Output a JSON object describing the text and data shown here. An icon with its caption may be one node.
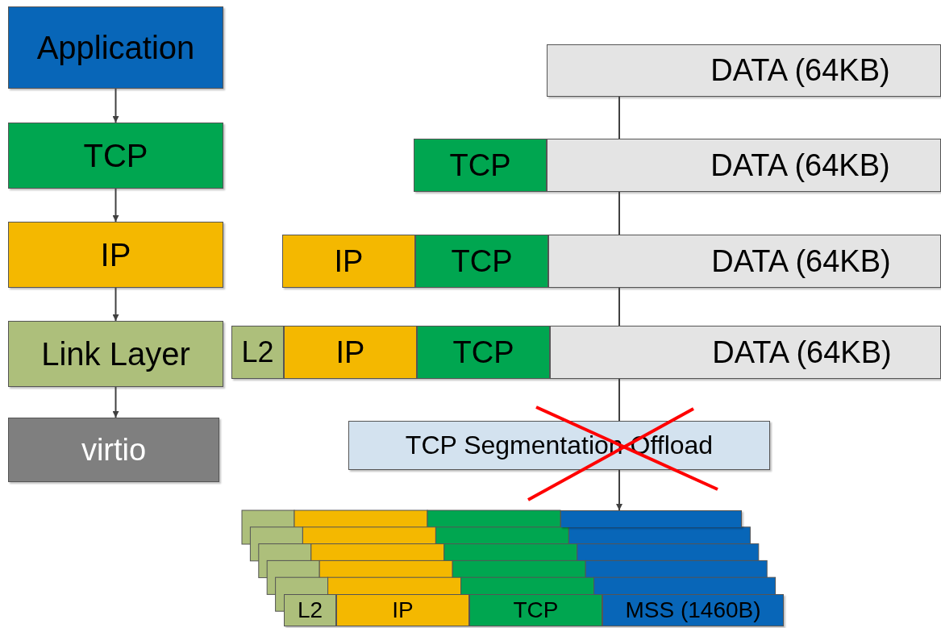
{
  "diagram": {
    "nodes": [
      {
        "text": [
          "Application"
        ]
      },
      {
        "text": [
          "TCP"
        ]
      },
      {
        "text": [
          "IP"
        ]
      },
      {
        "text": [
          "Link Layer"
        ]
      },
      {
        "text": [
          "virtio"
        ]
      },
      {
        "text": [
          "DATA (64KB)"
        ]
      },
      {
        "text": [
          "TCP"
        ]
      },
      {
        "text": [
          "DATA (64KB)"
        ]
      },
      {
        "text": [
          "IP"
        ]
      },
      {
        "text": [
          "TCP"
        ]
      },
      {
        "text": [
          "DATA (64KB)"
        ]
      },
      {
        "text": [
          "L2"
        ]
      },
      {
        "text": [
          "IP"
        ]
      },
      {
        "text": [
          "TCP"
        ]
      },
      {
        "text": [
          "DATA (64KB)"
        ]
      },
      {
        "text": [
          "TCP Segmentation Offload"
        ]
      },
      {
        "text": [],
        "shape": "box"
      },
      {
        "text": [
          "L2"
        ]
      },
      {
        "text": [
          "IP"
        ]
      },
      {
        "text": [
          "TCP"
        ]
      },
      {
        "text": [
          "MSS (1460B)"
        ]
      }
    ],
    "edges": [
      {
        "from": 0,
        "to": 1,
        "arrow": "to"
      },
      {
        "from": 1,
        "to": 2,
        "arrow": "to"
      },
      {
        "from": 2,
        "to": 3,
        "arrow": "to"
      },
      {
        "from": 3,
        "to": 4,
        "arrow": "to"
      },
      {
        "from": 5,
        "to": 7,
        "arrow": "none"
      },
      {
        "from": 7,
        "to": 10,
        "arrow": "none"
      },
      {
        "from": 10,
        "to": 14,
        "arrow": "none"
      },
      {
        "from": 14,
        "to": 15,
        "arrow": "none"
      },
      {
        "from": 15,
        "to": 16,
        "arrow": "to"
      }
    ]
  }
}
